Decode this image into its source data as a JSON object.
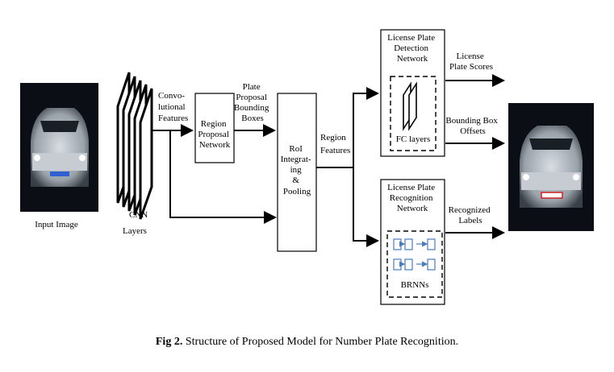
{
  "labels": {
    "input_image": "Input Image",
    "cnn_layers": [
      "CNN",
      "Layers"
    ],
    "conv_features": [
      "Convo-",
      "lutional",
      "Features"
    ],
    "region_proposal": [
      "Region",
      "Proposal",
      "Network"
    ],
    "plate_proposal": [
      "Plate",
      "Proposal",
      "Bounding",
      "Boxes"
    ],
    "roi": [
      "RoI",
      "Integrat-",
      "ing",
      "&",
      "Pooling"
    ],
    "region_features": [
      "Region",
      "Features"
    ],
    "detection_network": [
      "License Plate",
      "Detection",
      "Network"
    ],
    "fc_layers": "FC layers",
    "recognition_network": [
      "License Plate",
      "Recognition",
      "Network"
    ],
    "brnns": "BRNNs",
    "plate_scores": [
      "License",
      "Plate Scores"
    ],
    "bbox_offsets": [
      "Bounding Box",
      "Offsets"
    ],
    "recognized_labels": [
      "Recognized",
      "Labels"
    ]
  },
  "caption": {
    "prefix": "Fig 2.",
    "text": " Structure of Proposed Model for Number Plate Recognition."
  },
  "colors": {
    "photo_bg": "#0b0e14",
    "plate": "#2f5fd0",
    "brnn_cell": "#4a7cc0"
  }
}
